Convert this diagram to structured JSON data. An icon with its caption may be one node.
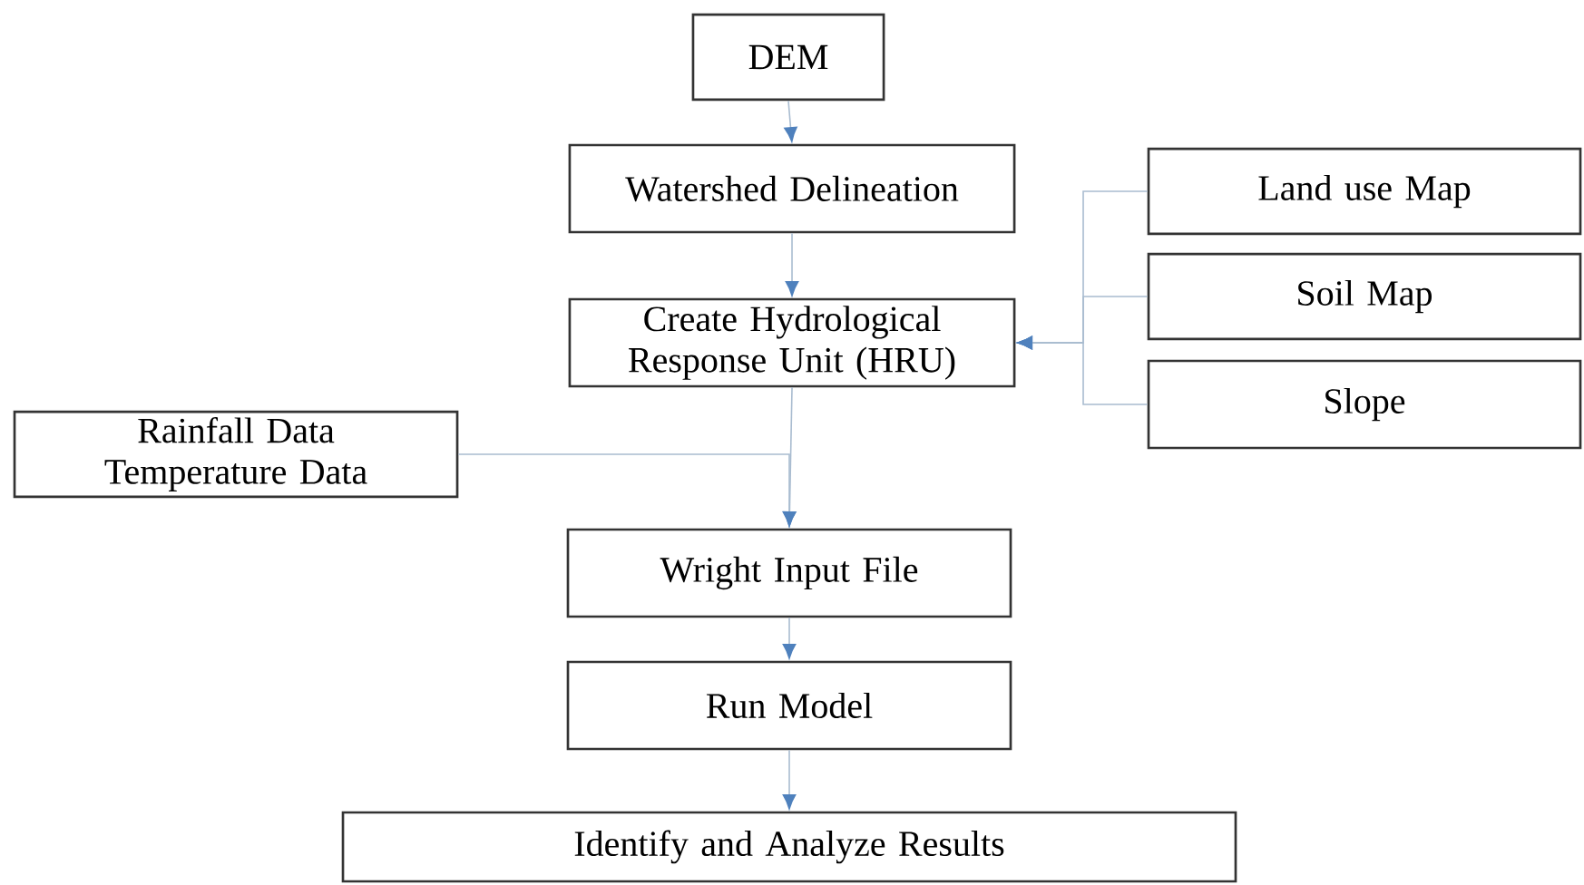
{
  "diagram": {
    "nodes": [
      {
        "text": [
          "DEM"
        ]
      },
      {
        "text": [
          "Watershed Delineation"
        ]
      },
      {
        "text": [
          "Land use Map"
        ]
      },
      {
        "text": [
          "Create Hydrological Response Unit (HRU)"
        ]
      },
      {
        "text": [
          "Soil Map"
        ]
      },
      {
        "text": [
          "Slope"
        ]
      },
      {
        "text": [
          "Rainfall Data",
          "Temperature Data"
        ]
      },
      {
        "text": [
          "Wright Input File"
        ]
      },
      {
        "text": [
          "Run Model"
        ]
      },
      {
        "text": [
          "Identify and Analyze Results"
        ]
      }
    ],
    "edges": [
      {
        "from": 0,
        "to": 1,
        "arrow": "to"
      },
      {
        "from": 1,
        "to": 3,
        "arrow": "to"
      },
      {
        "from": 2,
        "to": 3,
        "arrow": "to"
      },
      {
        "from": 4,
        "to": 3,
        "arrow": "to"
      },
      {
        "from": 5,
        "to": 3,
        "arrow": "to"
      },
      {
        "from": 3,
        "to": 7,
        "arrow": "to"
      },
      {
        "from": 6,
        "to": 7,
        "arrow": "to"
      },
      {
        "from": 7,
        "to": 8,
        "arrow": "to"
      },
      {
        "from": 8,
        "to": 9,
        "arrow": "to"
      }
    ]
  }
}
